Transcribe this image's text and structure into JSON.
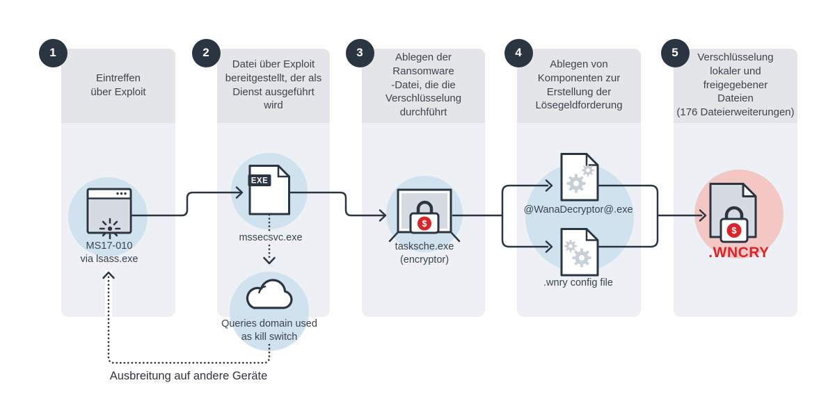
{
  "colors": {
    "accent_dark": "#2b3541",
    "text": "#3d434d",
    "header_bg": "#e4e5e7",
    "body_bg": "#edf0f4",
    "hl_blue": "#cfe2ee",
    "hl_pink": "#f2c7c4",
    "alert_red": "#d8252b",
    "panel_gray": "#d6dbe1",
    "gear_gray": "#c9cfd6"
  },
  "steps": [
    {
      "number": "1",
      "header": "Eintreffen\nüber Exploit",
      "label": "MS17-010\nvia lsass.exe"
    },
    {
      "number": "2",
      "header": "Datei über Exploit\nbereitgestellt, der als\nDienst ausgeführt\nwird",
      "badge": "EXE",
      "label": "mssecsvc.exe",
      "cloud_label": "Queries domain used\nas kill switch"
    },
    {
      "number": "3",
      "header": "Ablegen der\nRansomware\n-Datei, die die\nVerschlüsselung\ndurchführt",
      "label": "tasksche.exe\n(encryptor)"
    },
    {
      "number": "4",
      "header": "Ablegen von\nKomponenten zur\nErstellung der\nLösegeldforderung",
      "label_top": "@WanaDecryptor@.exe",
      "label_bottom": ".wnry config file"
    },
    {
      "number": "5",
      "header": "Verschlüsselung\nlokaler und\nfreigegebener\nDateien\n(176 Dateierweiterungen)",
      "label": ".WNCRY"
    }
  ],
  "annotations": {
    "spread_label": "Ausbreitung auf andere Geräte",
    "currency_symbol": "$"
  }
}
